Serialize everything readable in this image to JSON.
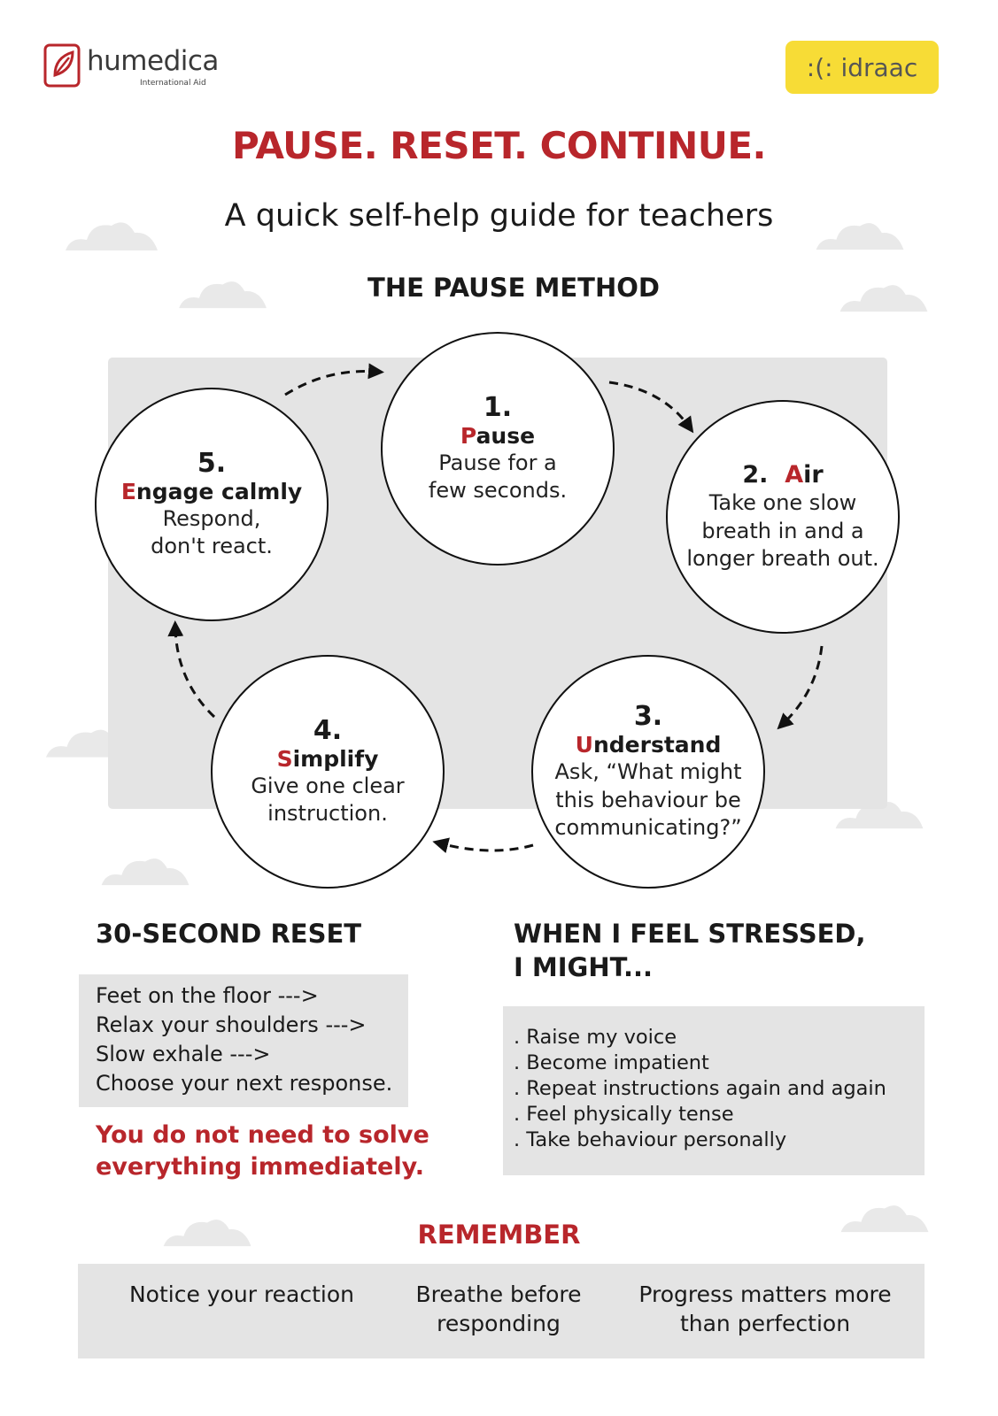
{
  "logos": {
    "humedica_name": "humedica",
    "humedica_sub": "International Aid",
    "idraac": ":(: idraac"
  },
  "title": "PAUSE. RESET. CONTINUE.",
  "subtitle": "A quick self-help guide for teachers",
  "method": {
    "title": "THE PAUSE METHOD",
    "steps": [
      {
        "num": "1.",
        "initial": "P",
        "rest": "ause",
        "lines": [
          "Pause for a",
          "few seconds."
        ]
      },
      {
        "num": "2.",
        "initial": "A",
        "rest": "ir",
        "lines": [
          "Take one slow",
          "breath in and a",
          "longer breath out."
        ]
      },
      {
        "num": "3.",
        "initial": "U",
        "rest": "nderstand",
        "lines": [
          "Ask, “What might",
          "this behaviour be",
          "communicating?”"
        ]
      },
      {
        "num": "4.",
        "initial": "S",
        "rest": "implify",
        "lines": [
          "Give one clear",
          "instruction."
        ]
      },
      {
        "num": "5.",
        "initial": "E",
        "rest": "ngage calmly",
        "lines": [
          "Respond,",
          "don't react."
        ]
      }
    ]
  },
  "reset": {
    "title": "30-SECOND RESET",
    "items": [
      "Feet on the floor --->",
      "Relax your shoulders --->",
      "Slow exhale --->",
      "Choose your next response."
    ],
    "note_lines": [
      "You do not need to solve",
      "everything immediately."
    ]
  },
  "stress": {
    "title_lines": [
      "WHEN I FEEL STRESSED,",
      "I MIGHT..."
    ],
    "items": [
      ". Raise my voice",
      ". Become impatient",
      ". Repeat instructions again and again",
      ". Feel physically tense",
      ". Take behaviour personally"
    ]
  },
  "remember": {
    "title": "REMEMBER",
    "items": [
      [
        "Notice your reaction"
      ],
      [
        "Breathe before",
        "responding"
      ],
      [
        "Progress matters more",
        "than perfection"
      ]
    ]
  },
  "colors": {
    "accent": "#b8262b",
    "panel": "#e4e4e4",
    "idraac_yellow": "#f7dc36"
  }
}
